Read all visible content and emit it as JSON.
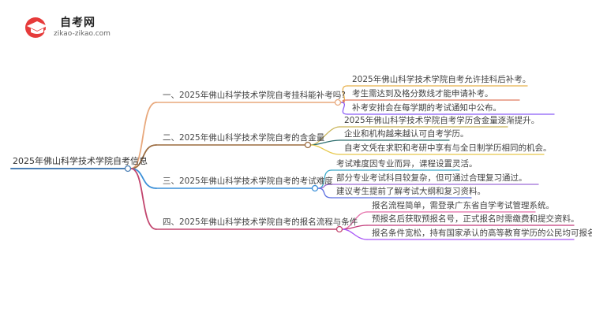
{
  "logo": {
    "title": "自考网",
    "url": "zikao-zikao.com"
  },
  "colors": {
    "root": "#4a7fb5",
    "branches": [
      "#e8a87c",
      "#9b6b3f",
      "#3a8fd8",
      "#c2456e"
    ],
    "leaves": [
      "#e8b04a",
      "#e07a5f",
      "#8b5cf6",
      "#c9b458",
      "#2f6f6f",
      "#e6c84a",
      "#3aa9c9",
      "#9c6bd6",
      "#5b6ee1",
      "#e46ca8",
      "#c23b7a",
      "#a855f7"
    ]
  },
  "mindmap": {
    "root": "2025年佛山科学技术学院自考信息",
    "branches": [
      {
        "label": "一、2025年佛山科学技术学院自考挂科能补考吗?",
        "leaves": [
          "2025年佛山科学技术学院自考允许挂科后补考。",
          "考生需达到及格分数线才能申请补考。",
          "补考安排会在每学期的考试通知中公布。"
        ]
      },
      {
        "label": "二、2025年佛山科学技术学院自考的含金量",
        "leaves": [
          "2025年佛山科学技术学院自考学历含金量逐渐提升。",
          "企业和机构越来越认可自考学历。",
          "自考文凭在求职和考研中享有与全日制学历相同的机会。"
        ]
      },
      {
        "label": "三、2025年佛山科学技术学院自考的考试难度",
        "leaves": [
          "考试难度因专业而异，课程设置灵活。",
          "部分专业考试科目较复杂，但可通过合理复习通过。",
          "建议考生提前了解考试大纲和复习资料。"
        ]
      },
      {
        "label": "四、2025年佛山科学技术学院自考的报名流程与条件",
        "leaves": [
          "报名流程简单，需登录广东省自学考试管理系统。",
          "预报名后获取预报名号，正式报名时需缴费和提交资料。",
          "报名条件宽松，持有国家承认的高等教育学历的公民均可报名。"
        ]
      }
    ]
  }
}
